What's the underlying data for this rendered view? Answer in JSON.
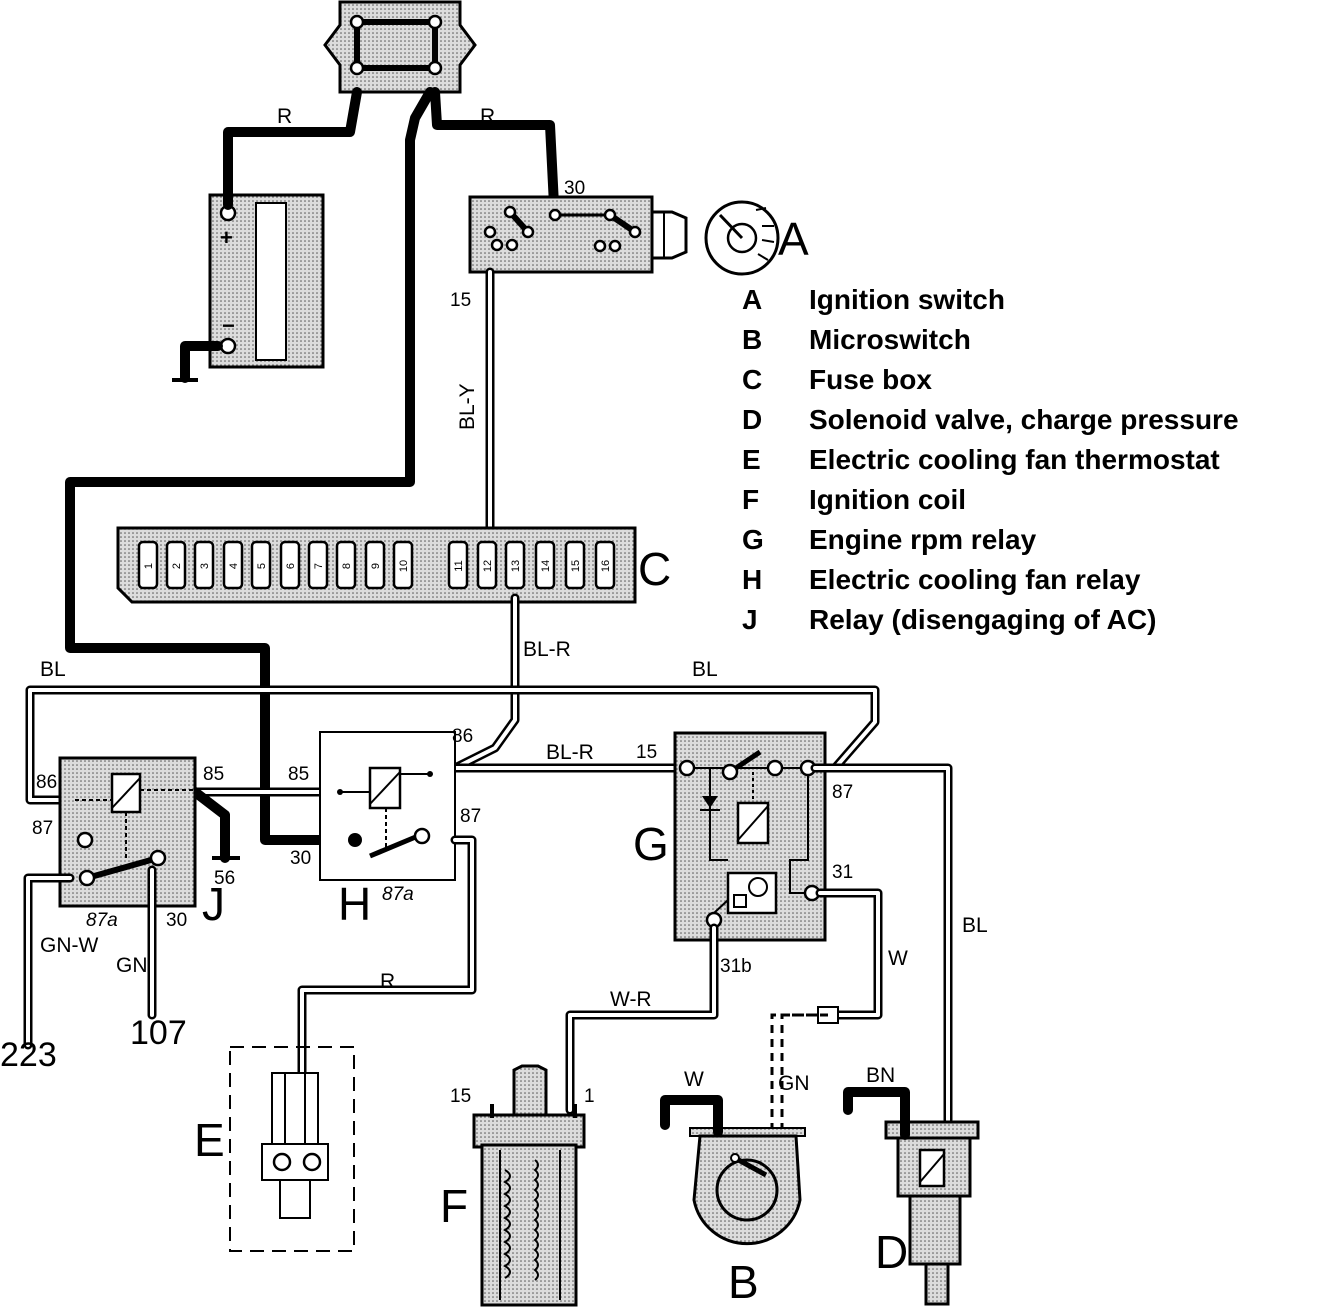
{
  "components": {
    "A": {
      "letter": "A",
      "name": "Ignition switch"
    },
    "B": {
      "letter": "B",
      "name": "Microswitch"
    },
    "C": {
      "letter": "C",
      "name": "Fuse box"
    },
    "D": {
      "letter": "D",
      "name": "Solenoid valve, charge pressure"
    },
    "E": {
      "letter": "E",
      "name": "Electric cooling fan thermostat"
    },
    "F": {
      "letter": "F",
      "name": "Ignition coil"
    },
    "G": {
      "letter": "G",
      "name": "Engine rpm relay"
    },
    "H": {
      "letter": "H",
      "name": "Electric cooling fan relay"
    },
    "J": {
      "letter": "J",
      "name": "Relay (disengaging of AC)"
    }
  },
  "legend": [
    {
      "letter": "A",
      "text": "Ignition switch"
    },
    {
      "letter": "B",
      "text": "Microswitch"
    },
    {
      "letter": "C",
      "text": "Fuse box"
    },
    {
      "letter": "D",
      "text": "Solenoid valve, charge pressure"
    },
    {
      "letter": "E",
      "text": "Electric cooling fan thermostat"
    },
    {
      "letter": "F",
      "text": "Ignition coil"
    },
    {
      "letter": "G",
      "text": "Engine rpm relay"
    },
    {
      "letter": "H",
      "text": "Electric cooling fan relay"
    },
    {
      "letter": "J",
      "text": "Relay (disengaging of AC)"
    }
  ],
  "wire_colors": {
    "r_left": "R",
    "r_right": "R",
    "bl_y": "BL-Y",
    "bl_r_fuse": "BL-R",
    "bl_r_h_g": "BL-R",
    "bl_top_left": "BL",
    "bl_top_right": "BL",
    "bl_right": "BL",
    "gn_w": "GN-W",
    "gn": "GN",
    "r_thermo": "R",
    "w_r": "W-R",
    "w_g": "W",
    "w_b": "W",
    "gn_b": "GN",
    "bn_d": "BN"
  },
  "terminals": {
    "ign_30": "30",
    "ign_15": "15",
    "j_86": "86",
    "j_85": "85",
    "j_87": "87",
    "j_87a": "87a",
    "j_30": "30",
    "j_56": "56",
    "h_86": "86",
    "h_85": "85",
    "h_87": "87",
    "h_87a": "87a",
    "h_30": "30",
    "g_15": "15",
    "g_87": "87",
    "g_31": "31",
    "g_31b": "31b",
    "f_15": "15",
    "f_1": "1"
  },
  "connectors": {
    "c223": "223",
    "c107": "107"
  },
  "fuses": [
    "1",
    "2",
    "3",
    "4",
    "5",
    "6",
    "7",
    "8",
    "9",
    "10",
    "11",
    "12",
    "13",
    "14",
    "15",
    "16"
  ],
  "battery": {
    "plus": "+",
    "minus": "−"
  }
}
